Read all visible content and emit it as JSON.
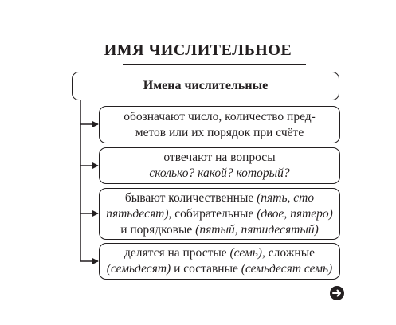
{
  "title": "ИМЯ ЧИСЛИТЕЛЬНОЕ",
  "header": "Имена числительные",
  "items": [
    {
      "lines": [
        [
          {
            "t": "обозначают число, количество пред-",
            "i": false
          }
        ],
        [
          {
            "t": "метов или их порядок при счёте",
            "i": false
          }
        ]
      ]
    },
    {
      "lines": [
        [
          {
            "t": "отвечают на вопросы",
            "i": false
          }
        ],
        [
          {
            "t": "сколько? какой? который?",
            "i": true
          }
        ]
      ]
    },
    {
      "lines": [
        [
          {
            "t": "бывают количественные ",
            "i": false
          },
          {
            "t": "(пять, сто",
            "i": true
          }
        ],
        [
          {
            "t": "пятьдесят)",
            "i": true
          },
          {
            "t": ", собирательные ",
            "i": false
          },
          {
            "t": "(двое, пятеро)",
            "i": true
          }
        ],
        [
          {
            "t": "и порядковые ",
            "i": false
          },
          {
            "t": "(пятый, пятидесятый)",
            "i": true
          }
        ]
      ]
    },
    {
      "lines": [
        [
          {
            "t": "делятся на простые ",
            "i": false
          },
          {
            "t": "(семь)",
            "i": true
          },
          {
            "t": ", сложные",
            "i": false
          }
        ],
        [
          {
            "t": "(семьдесят)",
            "i": true
          },
          {
            "t": " и составные ",
            "i": false
          },
          {
            "t": "(семьдесят семь)",
            "i": true
          }
        ]
      ]
    }
  ],
  "icons": {
    "next": "next-page-arrow-icon"
  },
  "colors": {
    "ink": "#231f20",
    "background": "#ffffff"
  }
}
